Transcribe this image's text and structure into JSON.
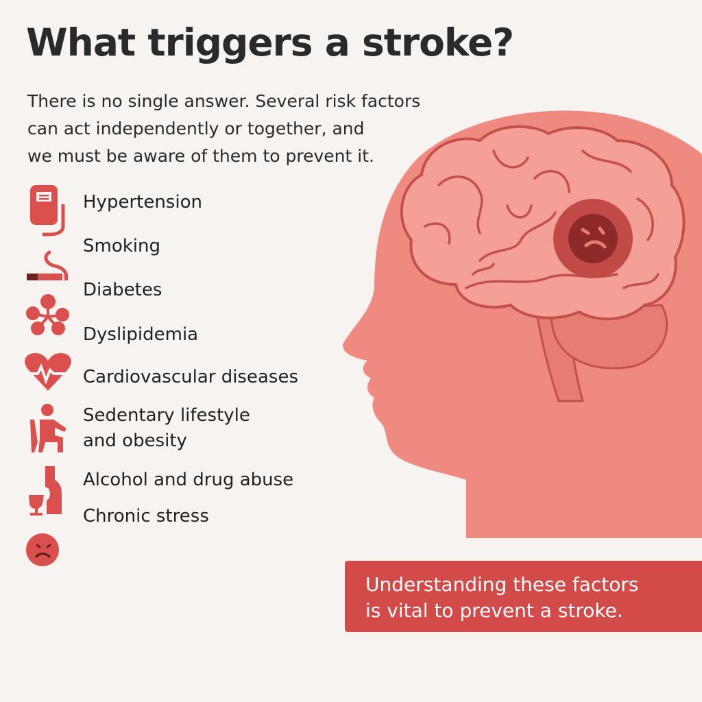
{
  "title": "What triggers a stroke?",
  "intro": [
    "There is no single answer. Several risk factors",
    "can act independently or together, and",
    "we must be aware of them to prevent it."
  ],
  "risk_factors": [
    {
      "label": "Hypertension",
      "icon": "blood-pressure-monitor-icon"
    },
    {
      "label": "Smoking",
      "icon": "cigarette-icon"
    },
    {
      "label": "Diabetes",
      "icon": "molecule-icon"
    },
    {
      "label": "Dyslipidemia",
      "icon": "molecule-icon"
    },
    {
      "label": "Cardiovascular diseases",
      "icon": "heart-pulse-icon"
    },
    {
      "label": "Sedentary lifestyle",
      "label2": "and obesity",
      "icon": "sitting-person-icon"
    },
    {
      "label": "Alcohol and drug abuse",
      "icon": "bottle-glass-icon"
    },
    {
      "label": "Chronic stress",
      "icon": "sad-face-icon"
    }
  ],
  "banner": [
    "Understanding these factors",
    "is vital to prevent a stroke."
  ],
  "colors": {
    "background": "#f7f3f0",
    "icon": "#d9504e",
    "head": "#ef8a80",
    "brain": "#f4a096",
    "brain_stroke": "#c4504c",
    "lesion": "#8b2a28",
    "banner": "#d24b48"
  }
}
